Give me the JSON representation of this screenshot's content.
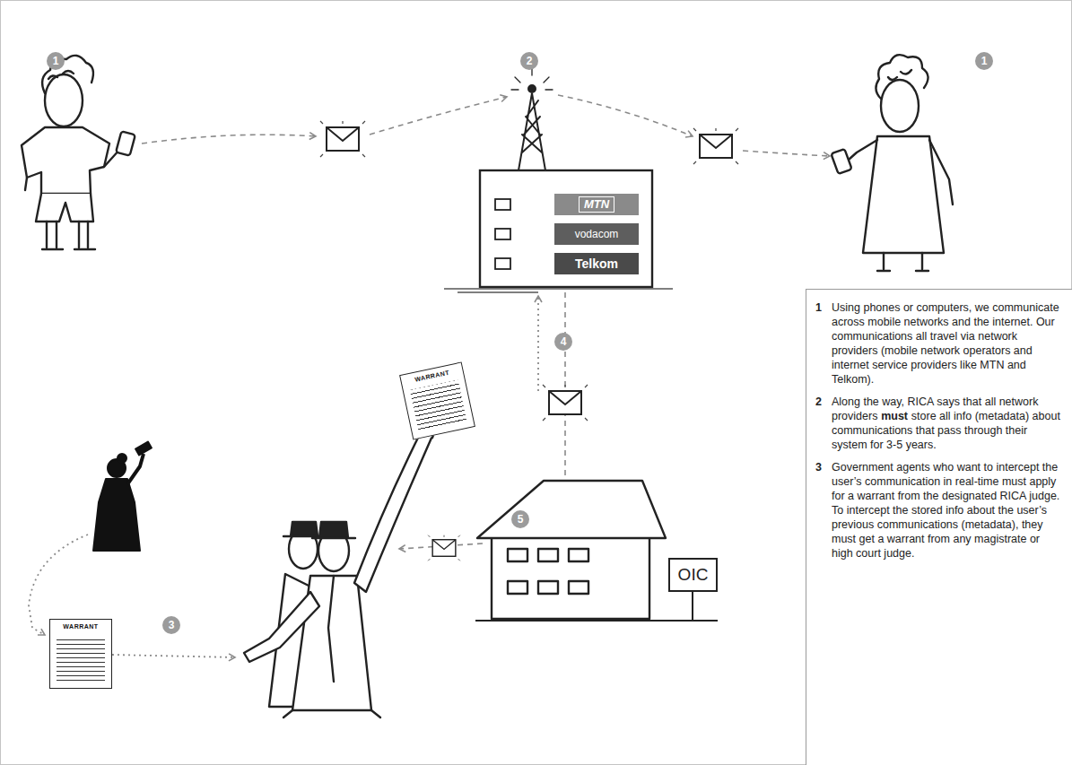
{
  "diagram": {
    "nodes": [
      {
        "text": [
          "MTN"
        ]
      },
      {
        "text": [
          "vodacom"
        ]
      },
      {
        "text": [
          "Telkom"
        ]
      },
      {
        "text": [
          "WARRANT"
        ]
      },
      {
        "text": [
          "WARRANT"
        ]
      },
      {
        "text": [
          "OIC"
        ]
      },
      {
        "text": [
          "1",
          "Using phones or computers, we communicate across mobile networks and the internet. Our communications all travel via network providers (mobile network operators and internet service providers like MTN and Telkom).",
          "2",
          "Along the way, RICA says that all network providers",
          "must",
          "store all info (metadata) about communications that pass through their system for 3-5 years.",
          "3",
          "Government agents who want to intercept the user’s communication in real-time must apply for a warrant from the designated RICA judge. To intercept the stored info about the user’s previous communications (metadata), they must get a warrant from any magistrate or high court judge."
        ]
      }
    ],
    "labels": [
      "1",
      "2",
      "1",
      "4",
      "3",
      "5"
    ]
  }
}
